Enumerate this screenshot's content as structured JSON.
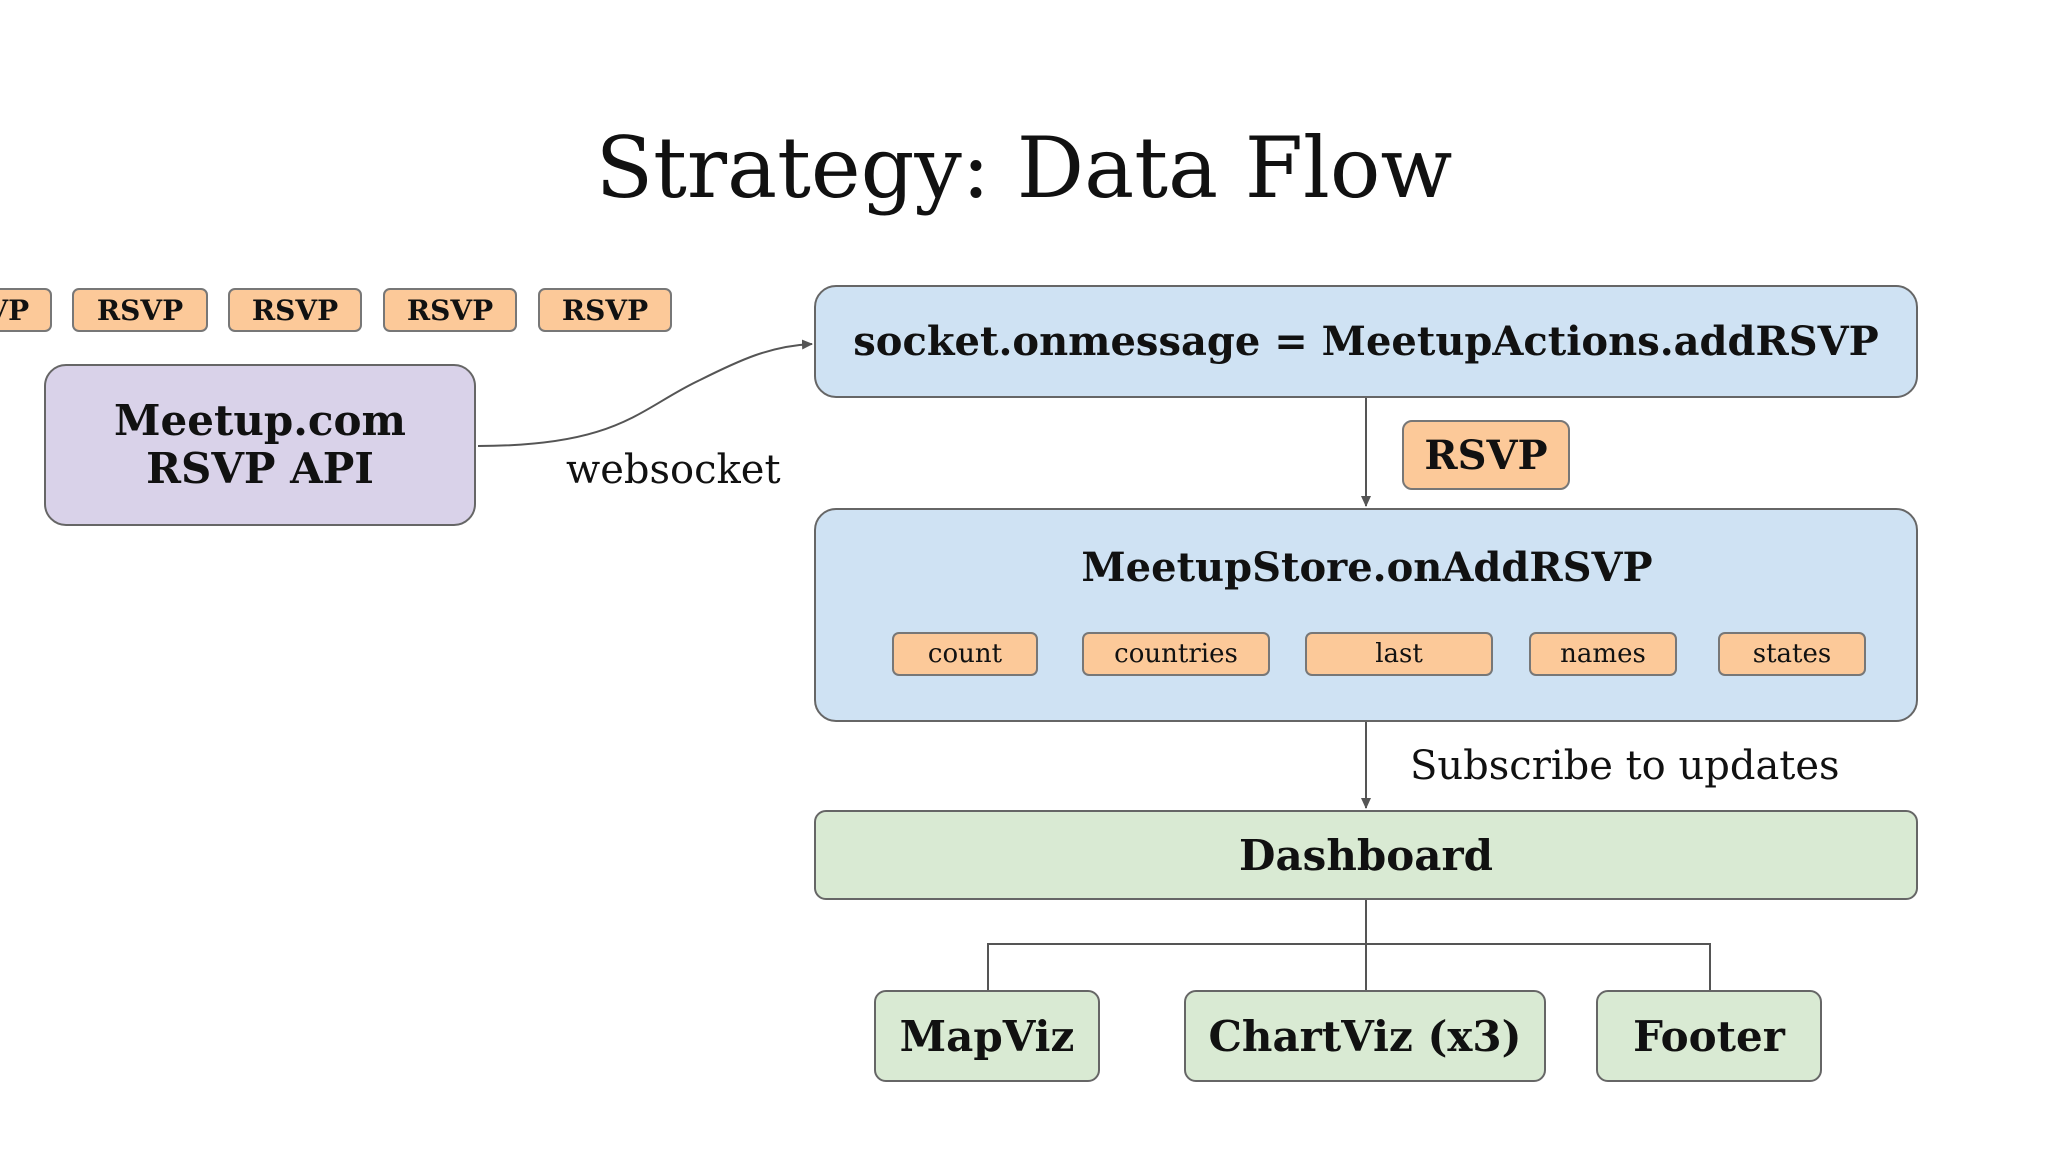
{
  "title": "Strategy: Data Flow",
  "rsvp_stream": [
    "RSVP",
    "RSVP",
    "RSVP",
    "RSVP",
    "RSVP"
  ],
  "source": {
    "line1": "Meetup.com",
    "line2": "RSVP API"
  },
  "websocket_label": "websocket",
  "socket_handler": "socket.onmessage = MeetupActions.addRSVP",
  "payload_chip": "RSVP",
  "store": {
    "title": "MeetupStore.onAddRSVP",
    "fields": [
      "count",
      "countries",
      "last",
      "names",
      "states"
    ]
  },
  "subscribe_label": "Subscribe to updates",
  "dashboard": "Dashboard",
  "children": [
    "MapViz",
    "ChartViz (x3)",
    "Footer"
  ],
  "colors": {
    "chip": "#fcc999",
    "handler": "#cfe2f3",
    "source": "#d9d2e9",
    "dashboard": "#d9ead3"
  }
}
